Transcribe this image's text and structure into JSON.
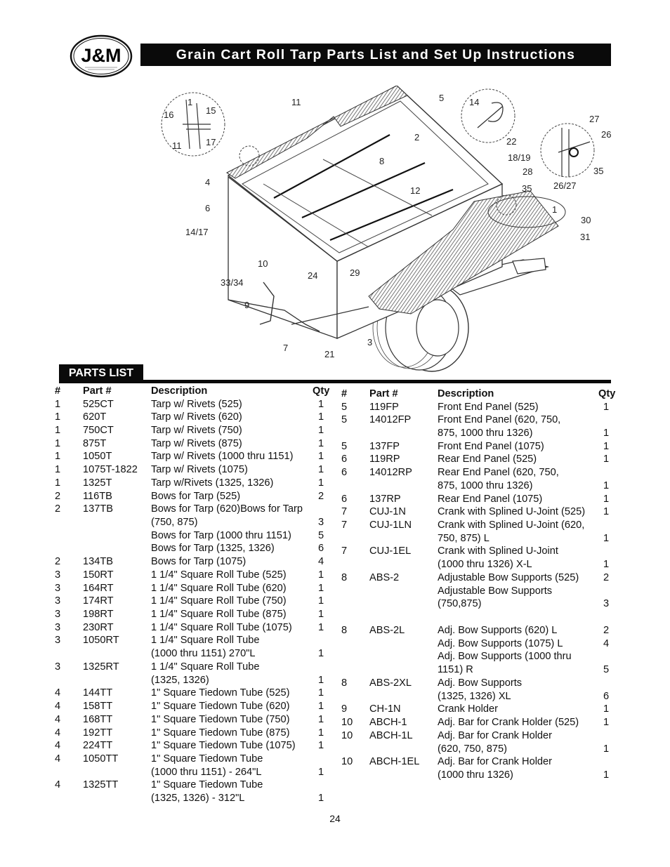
{
  "header": {
    "logo_text": "J&M",
    "title": "Grain Cart Roll Tarp Parts List and Set Up Instructions"
  },
  "diagram": {
    "callouts": [
      "1",
      "15",
      "16",
      "17",
      "11",
      "11",
      "5",
      "14",
      "22",
      "2",
      "8",
      "12",
      "27",
      "26",
      "35",
      "18/19",
      "28",
      "35",
      "26/27",
      "1",
      "30",
      "31",
      "4",
      "6",
      "14/17",
      "10",
      "33/34",
      "9",
      "24",
      "29",
      "7",
      "21",
      "3"
    ]
  },
  "parts_list": {
    "tab_label": "PARTS LIST",
    "columns": [
      "#",
      "Part #",
      "Description",
      "Qty"
    ],
    "left_rows": [
      {
        "num": "1",
        "part": "525CT",
        "desc": "Tarp w/ Rivets (525)",
        "qty": "1"
      },
      {
        "num": "1",
        "part": "620T",
        "desc": "Tarp w/ Rivets (620)",
        "qty": "1"
      },
      {
        "num": "1",
        "part": "750CT",
        "desc": "Tarp w/ Rivets (750)",
        "qty": "1"
      },
      {
        "num": "1",
        "part": "875T",
        "desc": "Tarp w/ Rivets (875)",
        "qty": "1"
      },
      {
        "num": "1",
        "part": "1050T",
        "desc": "Tarp w/ Rivets (1000 thru 1151)",
        "qty": "1"
      },
      {
        "num": "1",
        "part": "1075T-1822",
        "desc": "Tarp w/ Rivets (1075)",
        "qty": "1"
      },
      {
        "num": "1",
        "part": "1325T",
        "desc": "Tarp w/Rivets (1325, 1326)",
        "qty": "1"
      },
      {
        "num": "2",
        "part": "116TB",
        "desc": "Bows for Tarp (525)",
        "qty": "2"
      },
      {
        "num": "2",
        "part": "137TB",
        "desc": "Bows for Tarp (620)Bows for Tarp",
        "qty": ""
      },
      {
        "num": "",
        "part": "",
        "desc": "(750, 875)",
        "qty": "3"
      },
      {
        "num": "",
        "part": "",
        "desc": "Bows for Tarp (1000 thru 1151)",
        "qty": "5"
      },
      {
        "num": "",
        "part": "",
        "desc": "Bows for Tarp (1325, 1326)",
        "qty": "6"
      },
      {
        "num": "2",
        "part": "134TB",
        "desc": "Bows for Tarp (1075)",
        "qty": "4"
      },
      {
        "num": "3",
        "part": "150RT",
        "desc": "1 1/4\" Square Roll Tube (525)",
        "qty": "1"
      },
      {
        "num": "3",
        "part": "164RT",
        "desc": "1 1/4\" Square Roll Tube (620)",
        "qty": "1"
      },
      {
        "num": "3",
        "part": "174RT",
        "desc": "1 1/4\" Square Roll Tube (750)",
        "qty": "1"
      },
      {
        "num": "3",
        "part": "198RT",
        "desc": "1 1/4\" Square Roll Tube (875)",
        "qty": "1"
      },
      {
        "num": "3",
        "part": "230RT",
        "desc": "1 1/4\" Square Roll Tube (1075)",
        "qty": "1"
      },
      {
        "num": "3",
        "part": "1050RT",
        "desc": "1 1/4\" Square Roll Tube",
        "qty": ""
      },
      {
        "num": "",
        "part": "",
        "desc": "(1000 thru 1151) 270\"L",
        "qty": "1"
      },
      {
        "num": "3",
        "part": "1325RT",
        "desc": "1 1/4\" Square Roll Tube",
        "qty": ""
      },
      {
        "num": "",
        "part": "",
        "desc": "(1325, 1326)",
        "qty": "1"
      },
      {
        "num": "4",
        "part": "144TT",
        "desc": "1\" Square Tiedown Tube (525)",
        "qty": "1"
      },
      {
        "num": "4",
        "part": "158TT",
        "desc": "1\" Square Tiedown Tube (620)",
        "qty": "1"
      },
      {
        "num": "4",
        "part": "168TT",
        "desc": "1\" Square Tiedown Tube (750)",
        "qty": "1"
      },
      {
        "num": "4",
        "part": "192TT",
        "desc": "1\" Square Tiedown Tube (875)",
        "qty": "1"
      },
      {
        "num": "4",
        "part": "224TT",
        "desc": "1\" Square Tiedown Tube (1075)",
        "qty": "1"
      },
      {
        "num": "4",
        "part": "1050TT",
        "desc": "1\" Square Tiedown Tube",
        "qty": ""
      },
      {
        "num": "",
        "part": "",
        "desc": "(1000 thru 1151) - 264\"L",
        "qty": "1"
      },
      {
        "num": "4",
        "part": "1325TT",
        "desc": "1\" Square Tiedown Tube",
        "qty": ""
      },
      {
        "num": "",
        "part": "",
        "desc": "(1325, 1326) - 312\"L",
        "qty": "1"
      }
    ],
    "right_rows": [
      {
        "num": "5",
        "part": "119FP",
        "desc": "Front End Panel (525)",
        "qty": "1"
      },
      {
        "num": "5",
        "part": "14012FP",
        "desc": "Front End Panel (620, 750,",
        "qty": ""
      },
      {
        "num": "",
        "part": "",
        "desc": "875, 1000 thru 1326)",
        "qty": "1"
      },
      {
        "num": "5",
        "part": "137FP",
        "desc": "Front End Panel (1075)",
        "qty": "1"
      },
      {
        "num": "6",
        "part": "119RP",
        "desc": "Rear End Panel  (525)",
        "qty": "1"
      },
      {
        "num": "6",
        "part": "14012RP",
        "desc": "Rear End Panel (620, 750,",
        "qty": ""
      },
      {
        "num": "",
        "part": "",
        "desc": "875, 1000 thru 1326)",
        "qty": "1"
      },
      {
        "num": "6",
        "part": "137RP",
        "desc": "Rear End Panel (1075)",
        "qty": "1"
      },
      {
        "num": "7",
        "part": "CUJ-1N",
        "desc": "Crank with Splined U-Joint (525)",
        "qty": "1"
      },
      {
        "num": "7",
        "part": "CUJ-1LN",
        "desc": "Crank with Splined U-Joint (620,",
        "qty": ""
      },
      {
        "num": "",
        "part": "",
        "desc": "750, 875) L",
        "qty": "1"
      },
      {
        "num": "7",
        "part": "CUJ-1EL",
        "desc": "Crank with Splined U-Joint",
        "qty": ""
      },
      {
        "num": "",
        "part": "",
        "desc": "(1000 thru 1326) X-L",
        "qty": "1"
      },
      {
        "num": "8",
        "part": "ABS-2",
        "desc": "Adjustable Bow Supports (525)",
        "qty": "2"
      },
      {
        "num": "",
        "part": "",
        "desc": "Adjustable Bow Supports",
        "qty": ""
      },
      {
        "num": "",
        "part": "",
        "desc": "(750,875)",
        "qty": "3"
      },
      {
        "num": "8",
        "part": "ABS-2L",
        "desc": "Adj. Bow Supports (620) L",
        "qty": "2"
      },
      {
        "num": "",
        "part": "",
        "desc": "Adj. Bow Supports (1075) L",
        "qty": "4"
      },
      {
        "num": "",
        "part": "",
        "desc": "Adj. Bow Supports (1000 thru",
        "qty": ""
      },
      {
        "num": "",
        "part": "",
        "desc": "1151) R",
        "qty": "5"
      },
      {
        "num": "8",
        "part": "ABS-2XL",
        "desc": "Adj. Bow Supports",
        "qty": ""
      },
      {
        "num": "",
        "part": "",
        "desc": "(1325, 1326) XL",
        "qty": "6"
      },
      {
        "num": "9",
        "part": "CH-1N",
        "desc": "Crank Holder",
        "qty": "1"
      },
      {
        "num": "10",
        "part": "ABCH-1",
        "desc": "Adj. Bar for Crank Holder (525)",
        "qty": "1"
      },
      {
        "num": "10",
        "part": "ABCH-1L",
        "desc": "Adj. Bar for Crank Holder",
        "qty": ""
      },
      {
        "num": "",
        "part": "",
        "desc": "(620, 750, 875)",
        "qty": "1"
      },
      {
        "num": "10",
        "part": "ABCH-1EL",
        "desc": "Adj. Bar for Crank Holder",
        "qty": ""
      },
      {
        "num": "",
        "part": "",
        "desc": "(1000 thru 1326)",
        "qty": "1"
      }
    ]
  },
  "footer": {
    "page_number": "24"
  }
}
